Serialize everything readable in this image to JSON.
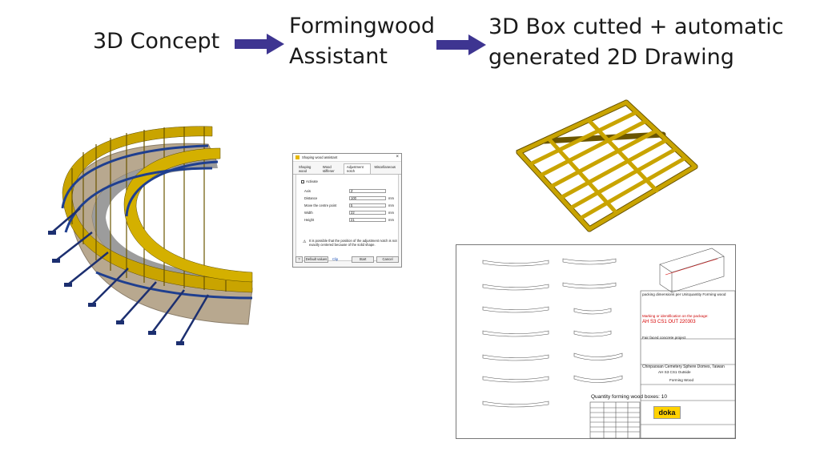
{
  "headings": {
    "concept": "3D Concept",
    "assistant_line1": "Formingwood",
    "assistant_line2": "Assistant",
    "result_line1": "3D Box cutted + automatic",
    "result_line2": "generated 2D Drawing"
  },
  "colors": {
    "arrow": "#3e3591",
    "wood": "#c9a400",
    "steel": "#1f3f8f"
  },
  "dialog": {
    "title": "Shaping wood assistant",
    "tabs": [
      "Shaping wood",
      "Wood stiffener",
      "Adjustment notch",
      "Miscellaneous"
    ],
    "activate_label": "Activate",
    "fields": [
      {
        "label": "Axis",
        "value": "Z"
      },
      {
        "label": "Distance",
        "value": "100",
        "unit": "mm"
      },
      {
        "label": "Move the centre point",
        "value": "5",
        "unit": "mm"
      },
      {
        "label": "Width",
        "value": "22",
        "unit": "mm"
      },
      {
        "label": "Height",
        "value": "21",
        "unit": "mm"
      }
    ],
    "note": "It is possible that the position of the adjustment notch is not exactly centered because of the solid shape.",
    "default_values": "Default values",
    "clip": "Clip",
    "start": "Start",
    "cancel": "Cancel"
  },
  "drawing": {
    "packing_text": "packing dimensions per Unit",
    "quantity_forming_wood": "quantity Forming wood",
    "marking_label": "Marking or identification on the package:",
    "marking_value": "AH S3 CS1 OUT 220303",
    "concrete_project": "Fair faced concrete project",
    "project_title": "Chinpaosan Cemetery Sphere Domes, Taiwan",
    "project_sub": "AH S3 CS1 Outside",
    "forming_wood": "Forming Wood",
    "quantity_title": "Quantity forming wood boxes: 10",
    "brand": "doka"
  }
}
